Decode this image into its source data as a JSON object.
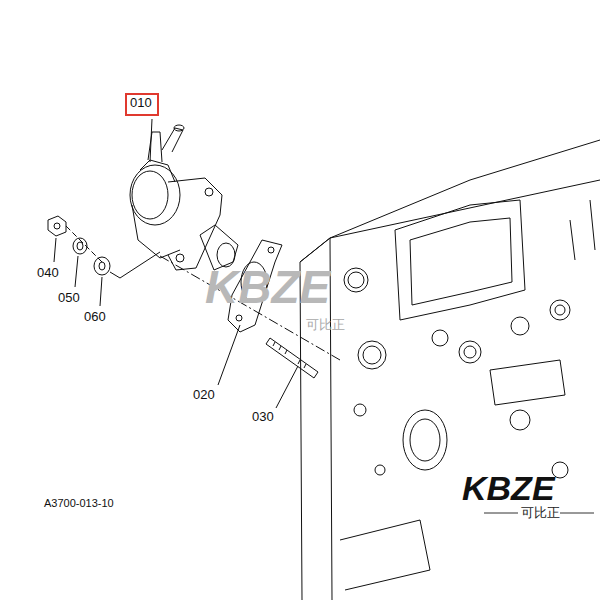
{
  "diagram": {
    "nodes": [
      {
        "text": [
          "010"
        ]
      }
    ],
    "edges": [],
    "labels": [
      "040",
      "050",
      "060",
      "020",
      "030",
      "A3700-013-10",
      "KBZE",
      "可比正",
      "KBZE",
      "可比正"
    ]
  }
}
